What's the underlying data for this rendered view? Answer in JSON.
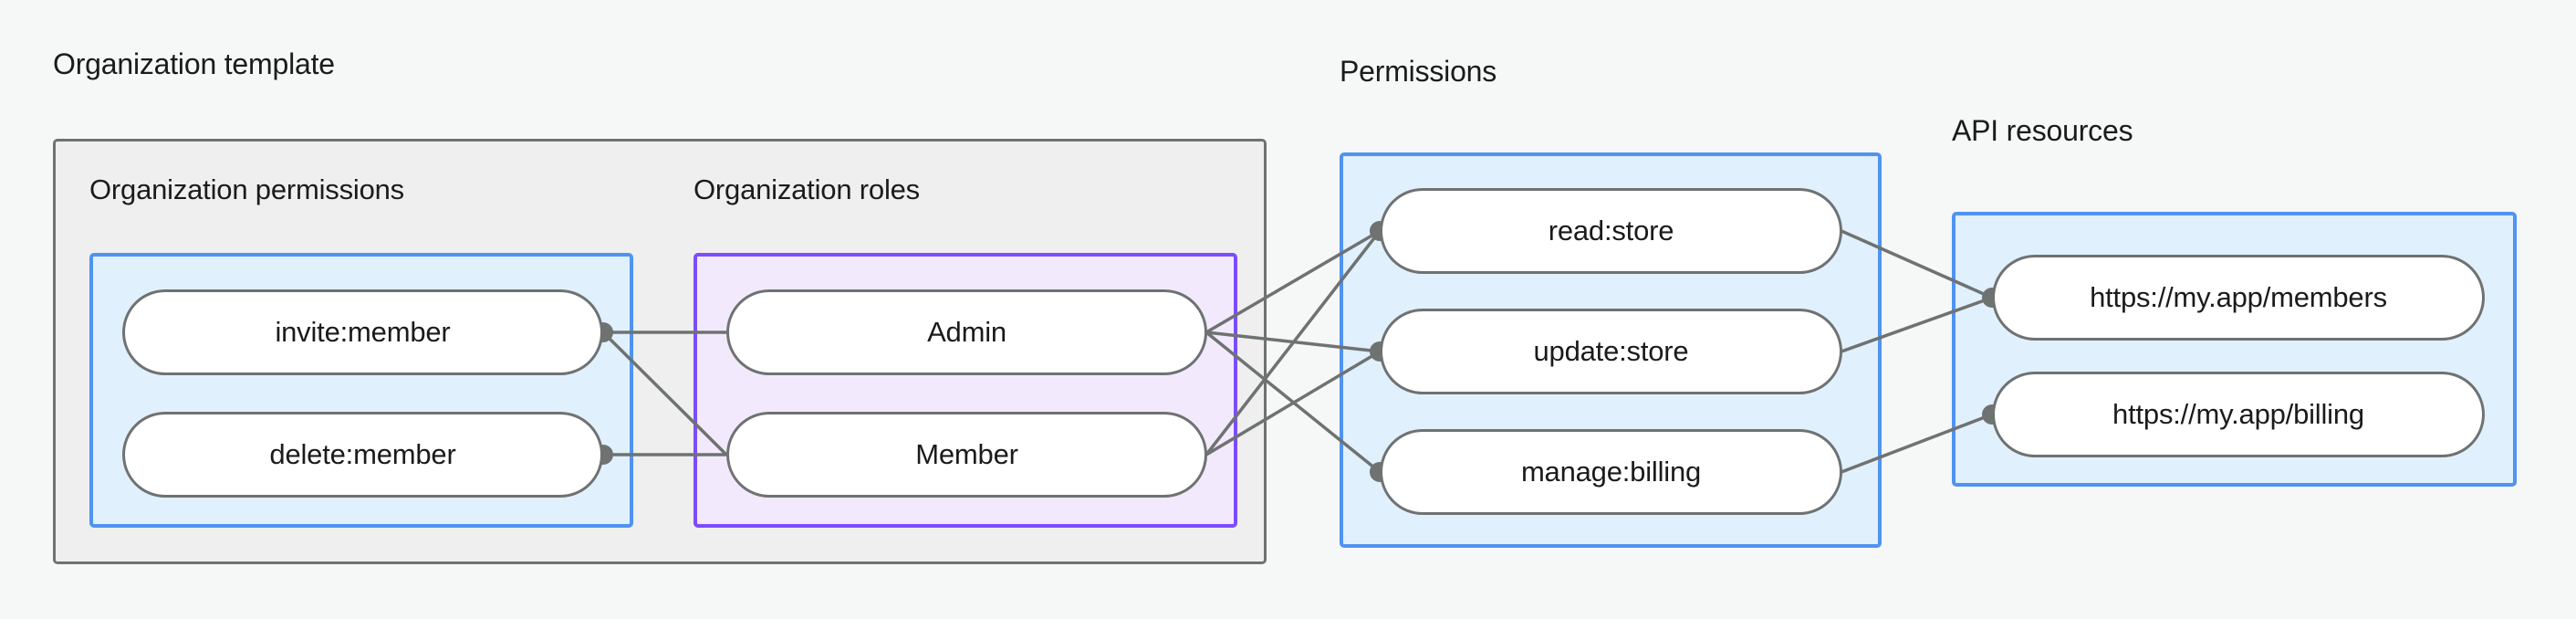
{
  "diagram": {
    "type": "authorization-model-flow",
    "background_color": "#f6f7f7",
    "groups": [
      {
        "id": "organization_template",
        "label": "Organization template",
        "color": "#6e7271"
      },
      {
        "id": "permissions",
        "label": "Permissions",
        "color": "#5093f0"
      },
      {
        "id": "api_resources",
        "label": "API resources",
        "color": "#5093f0"
      }
    ],
    "sections": [
      {
        "id": "organization_permissions",
        "label": "Organization permissions",
        "color": "#5093f0"
      },
      {
        "id": "organization_roles",
        "label": "Organization roles",
        "color": "#7c4dff"
      }
    ],
    "nodes": {
      "organization_permissions": [
        {
          "id": "invite_member",
          "label": "invite:member"
        },
        {
          "id": "delete_member",
          "label": "delete:member"
        }
      ],
      "organization_roles": [
        {
          "id": "admin",
          "label": "Admin"
        },
        {
          "id": "member",
          "label": "Member"
        }
      ],
      "permissions": [
        {
          "id": "read_store",
          "label": "read:store"
        },
        {
          "id": "update_store",
          "label": "update:store"
        },
        {
          "id": "manage_billing",
          "label": "manage:billing"
        }
      ],
      "api_resources": [
        {
          "id": "members_url",
          "label": "https://my.app/members"
        },
        {
          "id": "billing_url",
          "label": "https://my.app/billing"
        }
      ]
    },
    "edges": [
      {
        "from": "invite_member",
        "to": "admin"
      },
      {
        "from": "invite_member",
        "to": "member"
      },
      {
        "from": "delete_member",
        "to": "member"
      },
      {
        "from": "admin",
        "to": "read_store"
      },
      {
        "from": "admin",
        "to": "update_store"
      },
      {
        "from": "admin",
        "to": "manage_billing"
      },
      {
        "from": "member",
        "to": "read_store"
      },
      {
        "from": "member",
        "to": "update_store"
      },
      {
        "from": "read_store",
        "to": "members_url"
      },
      {
        "from": "update_store",
        "to": "members_url"
      },
      {
        "from": "manage_billing",
        "to": "billing_url"
      }
    ],
    "colors": {
      "edge": "#6e7271",
      "node_border": "#6e7271",
      "node_fill": "#ffffff",
      "blue_border": "#5093f0",
      "blue_fill": "#e1f0fd",
      "purple_border": "#7c4dff",
      "purple_fill": "#f2eafc",
      "gray_border": "#6e7271",
      "gray_fill": "#eeefee"
    }
  }
}
